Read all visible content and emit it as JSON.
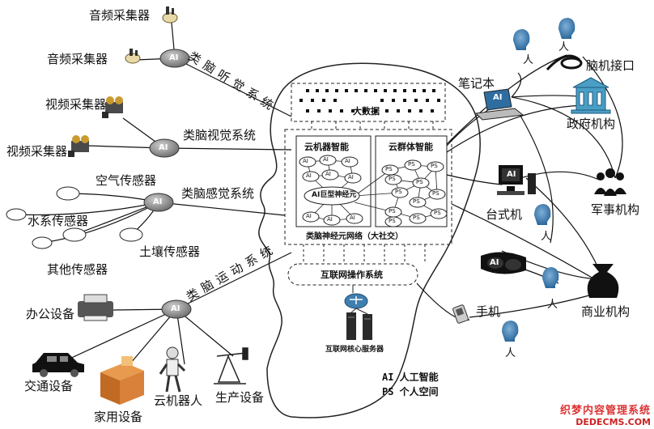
{
  "diagram": {
    "hubs": {
      "hub_label": "AI"
    },
    "collectors": {
      "audio_1": "音频采集器",
      "audio_2": "音频采集器",
      "video_1": "视频采集器",
      "video_2": "视频采集器"
    },
    "sensors": {
      "air": "空气传感器",
      "water": "水系传感器",
      "soil": "土壤传感器",
      "other": "其他传感器"
    },
    "systems": {
      "hearing": "类脑听觉系统",
      "vision": "类脑视觉系统",
      "sensation": "类脑感觉系统",
      "motion": "类脑运动系统"
    },
    "devices": {
      "office": "办公设备",
      "traffic": "交通设备",
      "home": "家用设备",
      "robot": "云机器人",
      "production": "生产设备"
    },
    "brain": {
      "big_data": "大数据",
      "cloud_machine": "云机器智能",
      "cloud_group": "云群体智能",
      "giant_neuron": "AI巨型神经元",
      "network": "类脑神经元网络（大社交）",
      "os": "互联网操作系统",
      "core_server": "互联网核心服务器",
      "ai_node": "AI",
      "ps_node": "PS"
    },
    "right": {
      "person": "人",
      "bci": "脑机接口",
      "laptop": "笔记本",
      "gov": "政府机构",
      "desktop": "台式机",
      "military": "军事机构",
      "phone": "手机",
      "business": "商业机构"
    },
    "legend": {
      "ai_line": "AI  人工智能",
      "ps_line": "PS  个人空间"
    },
    "watermark": {
      "line1": "织梦内容管理系统",
      "line2": "DEDECMS.COM"
    },
    "icons": [
      "microphone-icon",
      "camera-icon",
      "printer-icon",
      "car-icon",
      "box-icon",
      "robot-icon",
      "oil-pump-icon",
      "laptop-icon",
      "headset-icon",
      "government-building-icon",
      "desktop-computer-icon",
      "military-people-icon",
      "vr-glasses-icon",
      "mobile-phone-icon",
      "money-bag-icon",
      "person-head-icon",
      "router-icon",
      "server-icon"
    ]
  }
}
